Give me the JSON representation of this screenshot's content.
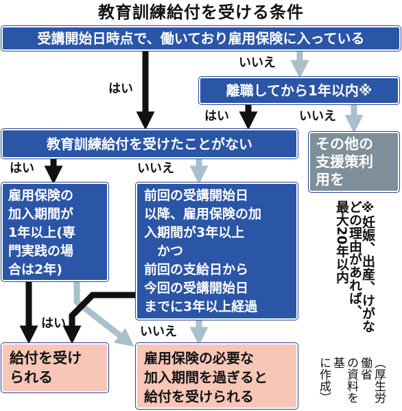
{
  "title": "教育訓練給付を受ける条件",
  "nodes": {
    "q1": "受講開始日時点で、働いており雇用保険に入っている",
    "q2": "離職してから1年以内※",
    "q3": "教育訓練給付を受けたことがない",
    "other": "その他の\n支援策利\n用を",
    "cond_first": "雇用保険の\n加入期間が\n1年以上(専\n門実践の場\n合は2年)",
    "cond_repeat": "前回の受講開始日\n以降、雇用保険の加\n入期間が3年以上\n　かつ\n前回の支給日から\n今回の受講開始日\nまでに3年以上経過",
    "result_ok": "給付を受け\nられる",
    "result_after": "雇用保険の必要な\n加入期間を過ぎると\n給付を受けられる"
  },
  "labels": {
    "yes": "はい",
    "no": "いいえ"
  },
  "note": "※妊娠、出産、けがな\nどの理由があれば、\n最大20年以内",
  "source": "（厚生労働省\nの資料を基\nに作成）",
  "colors": {
    "question_box": "#2b55a6",
    "terminal_other": "#7e8f9b",
    "result_box": "#f7c6b6",
    "yes_arrow": "#111111",
    "no_arrow": "#a9bfcc"
  }
}
